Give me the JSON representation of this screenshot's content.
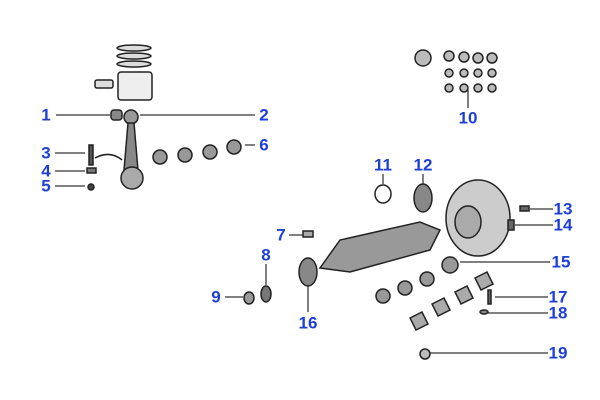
{
  "labels": [
    "1",
    "2",
    "3",
    "4",
    "5",
    "6",
    "7",
    "8",
    "9",
    "10",
    "11",
    "12",
    "13",
    "14",
    "15",
    "16",
    "17",
    "18",
    "19"
  ],
  "colors": {
    "label": "#1d3fd8",
    "part": "#333333"
  }
}
